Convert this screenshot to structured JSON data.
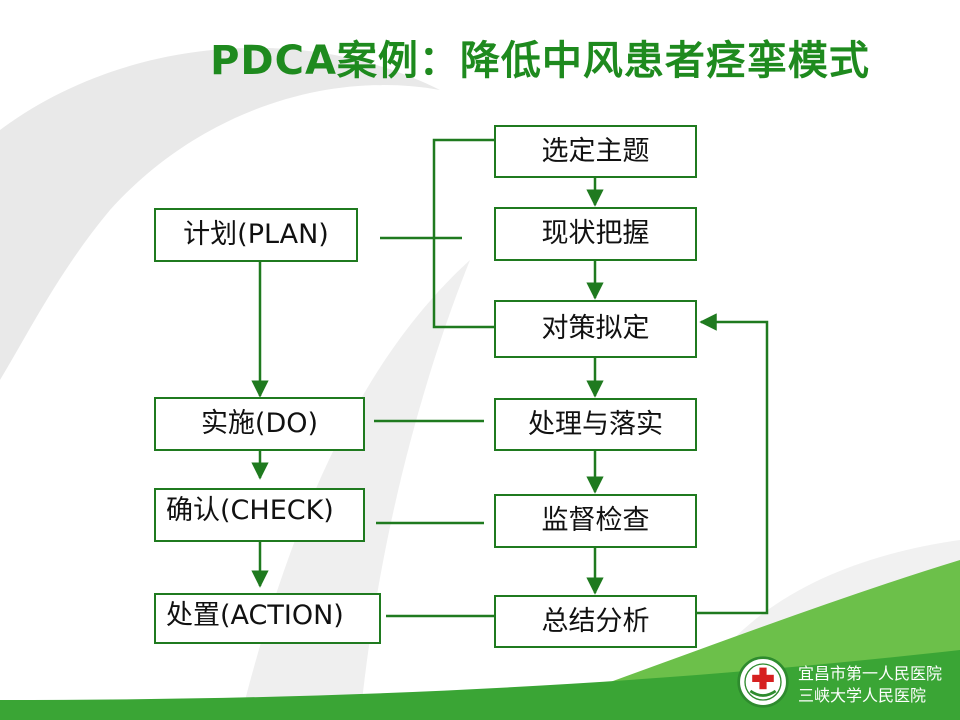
{
  "title": "PDCA案例：降低中风患者痉挛模式",
  "left_boxes": {
    "plan": "计划(PLAN)",
    "do": "实施(DO)",
    "check": "确认(CHECK)",
    "action": "处置(ACTION)"
  },
  "right_boxes": {
    "topic": "选定主题",
    "status": "现状把握",
    "measures": "对策拟定",
    "implement": "处理与落实",
    "monitor": "监督检查",
    "summary": "总结分析"
  },
  "footer": {
    "line1": "宜昌市第一人民医院",
    "line2": "三峡大学人民医院"
  },
  "colors": {
    "title": "#1e8a1e",
    "line": "#1f7a1f",
    "footer_band": "#3aa535"
  }
}
